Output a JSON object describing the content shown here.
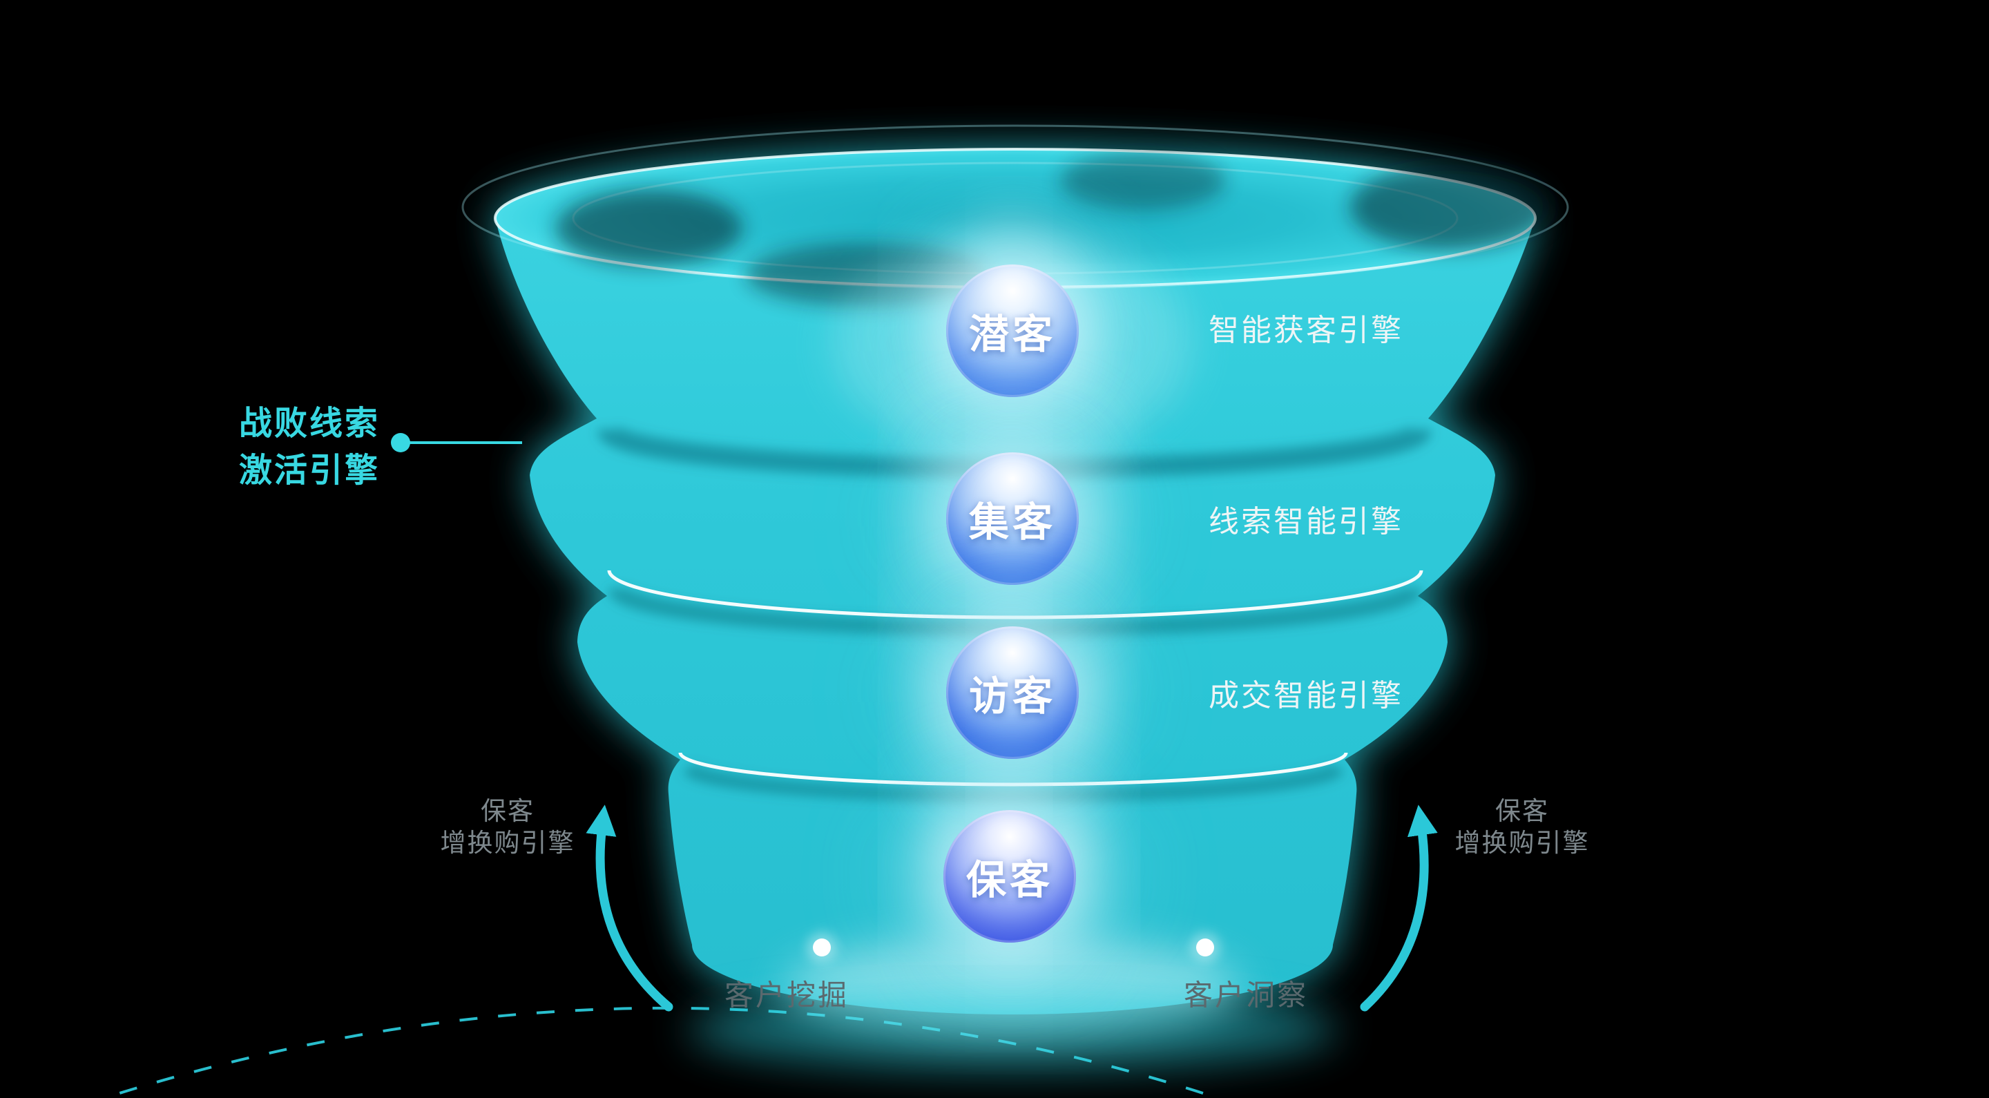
{
  "colors": {
    "background": "#000000",
    "funnel_cyan": "#2bc8d8",
    "accent_cyan": "#38d8e2",
    "badge_blue": "#4a7df0",
    "label_white": "#eef5f6",
    "muted_gray": "#7e888d",
    "bottom_gray": "#5a696e"
  },
  "funnel": {
    "stages": [
      {
        "label": "潜客",
        "engine": "智能获客引擎"
      },
      {
        "label": "集客",
        "engine": "线索智能引擎"
      },
      {
        "label": "访客",
        "engine": "成交智能引擎"
      },
      {
        "label": "保客"
      }
    ],
    "left_callout": {
      "line1": "战败线索",
      "line2": "激活引擎"
    },
    "retention_left": {
      "line1": "保客",
      "line2": "增换购引擎"
    },
    "retention_right": {
      "line1": "保客",
      "line2": "增换购引擎"
    },
    "bottom_labels": {
      "left": "客户挖掘",
      "right": "客户洞察"
    }
  }
}
